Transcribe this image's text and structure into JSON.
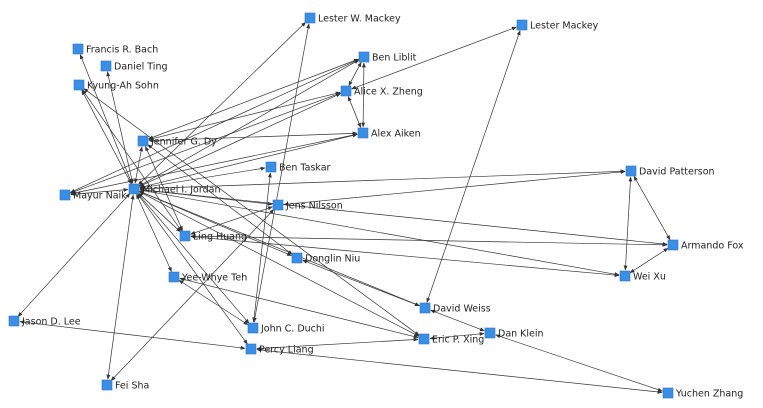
{
  "graph": {
    "nodes": [
      {
        "id": "jordan",
        "label": "Michael I. Jordan"
      },
      {
        "id": "bach",
        "label": "Francis R. Bach"
      },
      {
        "id": "ting",
        "label": "Daniel Ting"
      },
      {
        "id": "sohn",
        "label": "Kyung-Ah Sohn"
      },
      {
        "id": "dy",
        "label": "Jennifer G. Dy"
      },
      {
        "id": "nak",
        "label": "Mayur Naik"
      },
      {
        "id": "mackeyw",
        "label": "Lester W. Mackey"
      },
      {
        "id": "mackey",
        "label": "Lester Mackey"
      },
      {
        "id": "liblit",
        "label": "Ben Liblit"
      },
      {
        "id": "zheng",
        "label": "Alice X. Zheng"
      },
      {
        "id": "aiken",
        "label": "Alex Aiken"
      },
      {
        "id": "taskar",
        "label": "Ben Taskar"
      },
      {
        "id": "nilsson",
        "label": "Jens Nilsson"
      },
      {
        "id": "huang",
        "label": "Ling Huang"
      },
      {
        "id": "niu",
        "label": "Donglin Niu"
      },
      {
        "id": "teh",
        "label": "Yee-Whye Teh"
      },
      {
        "id": "lee",
        "label": "Jason D. Lee"
      },
      {
        "id": "duchi",
        "label": "John C. Duchi"
      },
      {
        "id": "liang",
        "label": "Percy Liang"
      },
      {
        "id": "sha",
        "label": "Fei Sha"
      },
      {
        "id": "weiss",
        "label": "David Weiss"
      },
      {
        "id": "xing",
        "label": "Eric P. Xing"
      },
      {
        "id": "klein",
        "label": "Dan Klein"
      },
      {
        "id": "zhang",
        "label": "Yuchen Zhang"
      },
      {
        "id": "patterson",
        "label": "David Patterson"
      },
      {
        "id": "fox",
        "label": "Armando Fox"
      },
      {
        "id": "xu",
        "label": "Wei Xu"
      }
    ],
    "edges": [
      [
        "jordan",
        "bach"
      ],
      [
        "jordan",
        "ting"
      ],
      [
        "jordan",
        "sohn"
      ],
      [
        "jordan",
        "dy"
      ],
      [
        "jordan",
        "nak"
      ],
      [
        "jordan",
        "mackeyw"
      ],
      [
        "jordan",
        "liblit"
      ],
      [
        "jordan",
        "zheng"
      ],
      [
        "jordan",
        "aiken"
      ],
      [
        "jordan",
        "taskar"
      ],
      [
        "jordan",
        "nilsson"
      ],
      [
        "jordan",
        "huang"
      ],
      [
        "jordan",
        "niu"
      ],
      [
        "jordan",
        "teh"
      ],
      [
        "jordan",
        "lee"
      ],
      [
        "jordan",
        "duchi"
      ],
      [
        "jordan",
        "liang"
      ],
      [
        "jordan",
        "sha"
      ],
      [
        "jordan",
        "weiss"
      ],
      [
        "jordan",
        "xing"
      ],
      [
        "jordan",
        "patterson"
      ],
      [
        "jordan",
        "fox"
      ],
      [
        "jordan",
        "xu"
      ],
      [
        "sohn",
        "xing"
      ],
      [
        "sohn",
        "huang"
      ],
      [
        "dy",
        "niu"
      ],
      [
        "dy",
        "zheng"
      ],
      [
        "dy",
        "liblit"
      ],
      [
        "dy",
        "aiken"
      ],
      [
        "dy",
        "huang"
      ],
      [
        "nak",
        "zheng"
      ],
      [
        "nak",
        "aiken"
      ],
      [
        "nak",
        "liblit"
      ],
      [
        "liblit",
        "zheng"
      ],
      [
        "liblit",
        "aiken"
      ],
      [
        "zheng",
        "aiken"
      ],
      [
        "zheng",
        "mackey"
      ],
      [
        "mackeyw",
        "duchi"
      ],
      [
        "mackey",
        "weiss"
      ],
      [
        "taskar",
        "duchi"
      ],
      [
        "nilsson",
        "huang"
      ],
      [
        "nilsson",
        "patterson"
      ],
      [
        "huang",
        "fox"
      ],
      [
        "huang",
        "xu"
      ],
      [
        "niu",
        "weiss"
      ],
      [
        "teh",
        "duchi"
      ],
      [
        "teh",
        "xing"
      ],
      [
        "liang",
        "xing"
      ],
      [
        "liang",
        "zhang"
      ],
      [
        "liang",
        "lee"
      ],
      [
        "xing",
        "klein"
      ],
      [
        "klein",
        "zhang"
      ],
      [
        "weiss",
        "klein"
      ],
      [
        "patterson",
        "fox"
      ],
      [
        "patterson",
        "xu"
      ],
      [
        "fox",
        "xu"
      ],
      [
        "sha",
        "nilsson"
      ]
    ]
  }
}
